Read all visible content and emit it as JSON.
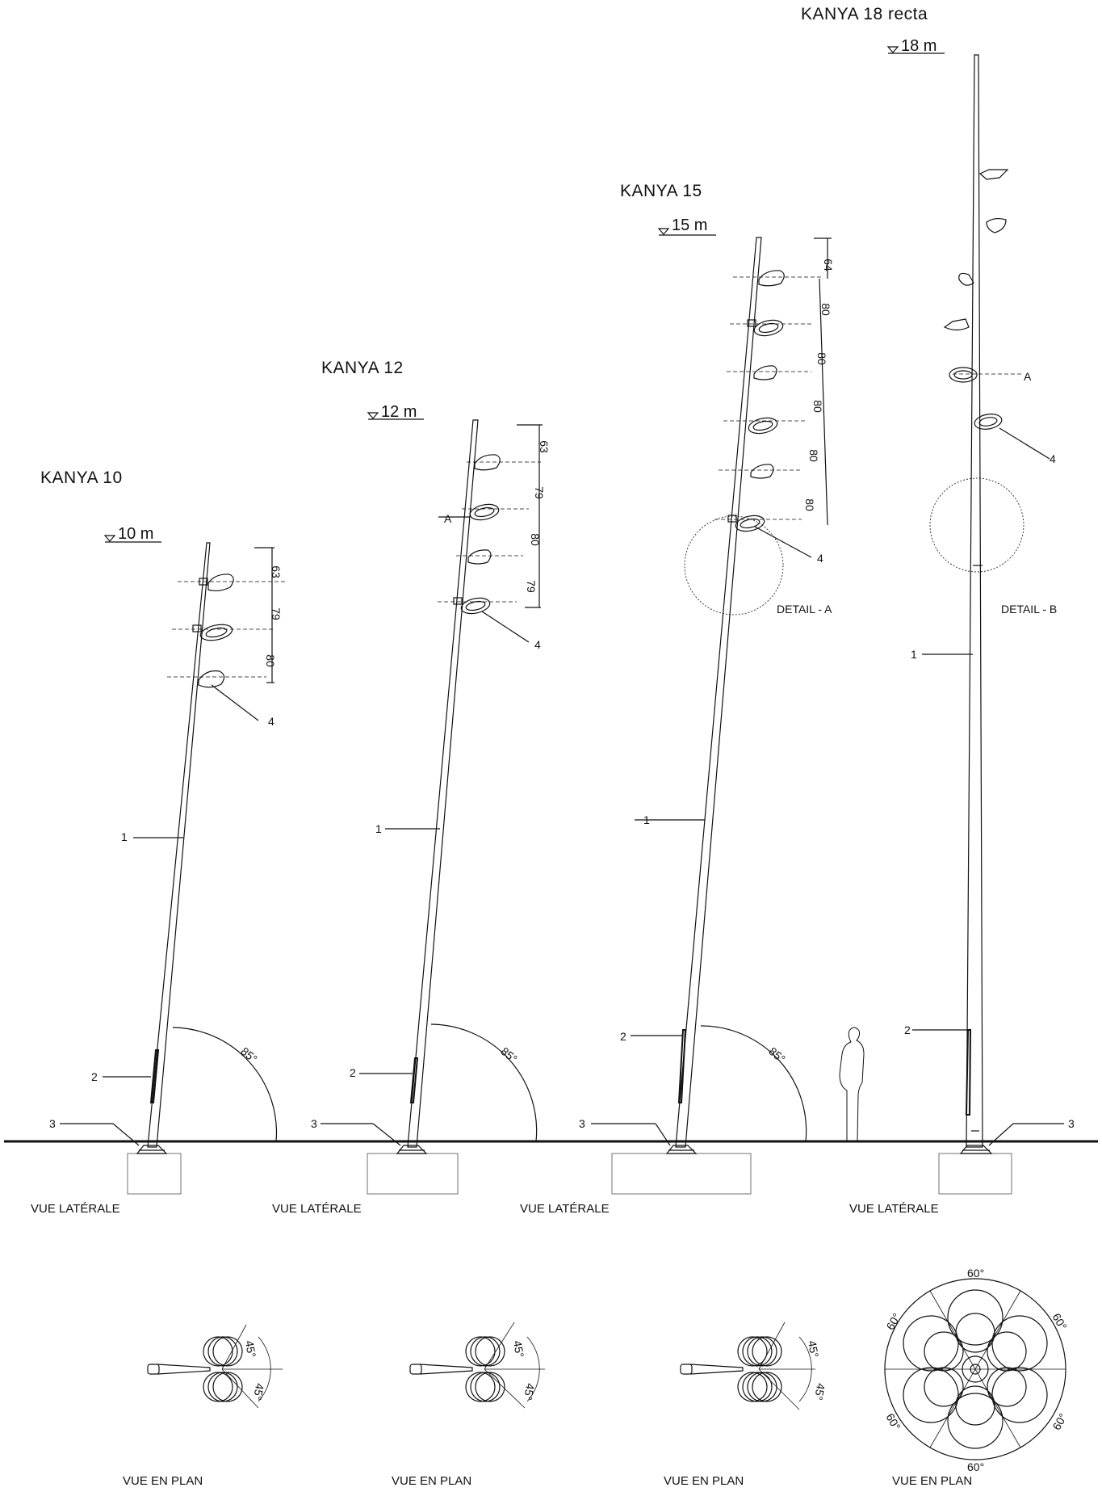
{
  "colors": {
    "line": "#111111",
    "background": "#ffffff"
  },
  "poles": [
    {
      "id": "k10",
      "title": "KANYA 10",
      "height": "10 m",
      "view_label": "VUE LATÉRALE",
      "angle_label": "85°",
      "spacings": [
        "63",
        "79",
        "80"
      ],
      "callouts": [
        "1",
        "2",
        "3",
        "4"
      ]
    },
    {
      "id": "k12",
      "title": "KANYA 12",
      "height": "12 m",
      "view_label": "VUE LATÉRALE",
      "angle_label": "85°",
      "spacings": [
        "63",
        "79",
        "80",
        "79"
      ],
      "callouts": [
        "1",
        "2",
        "3",
        "4"
      ],
      "section_mark": "A"
    },
    {
      "id": "k15",
      "title": "KANYA 15",
      "height": "15 m",
      "view_label": "VUE LATÉRALE",
      "angle_label": "85°",
      "spacings": [
        "64",
        "80",
        "80",
        "80",
        "80",
        "80"
      ],
      "callouts": [
        "1",
        "2",
        "3",
        "4"
      ],
      "detail_label": "DETAIL - A"
    },
    {
      "id": "k18",
      "title": "KANYA 18 recta",
      "height": "18 m",
      "view_label": "VUE LATÉRALE",
      "callouts": [
        "1",
        "2",
        "3",
        "4"
      ],
      "section_mark": "A",
      "detail_label": "DETAIL - B"
    }
  ],
  "plans": [
    {
      "label": "VUE EN PLAN",
      "angles": [
        "45°",
        "45°"
      ]
    },
    {
      "label": "VUE EN PLAN",
      "angles": [
        "45°",
        "45°"
      ]
    },
    {
      "label": "VUE EN PLAN",
      "angles": [
        "45°",
        "45°"
      ]
    },
    {
      "label": "VUE EN PLAN",
      "angles": [
        "60°",
        "60°",
        "60°",
        "60°",
        "60°",
        "60°"
      ]
    }
  ]
}
